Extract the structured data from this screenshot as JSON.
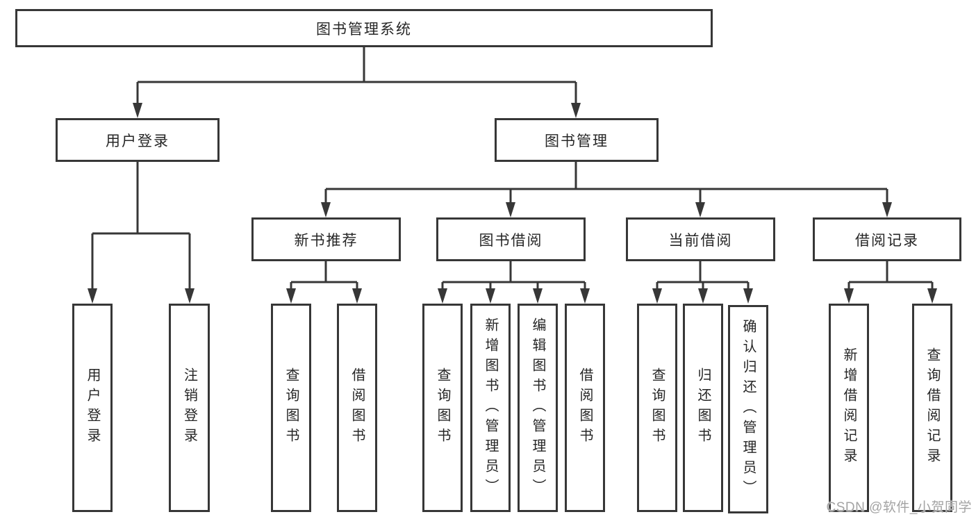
{
  "nodes": {
    "root": "图书管理系统",
    "level2": {
      "user_login": "用户登录",
      "book_mgmt": "图书管理"
    },
    "level3": {
      "new_books": "新书推荐",
      "borrow": "图书借阅",
      "current": "当前借阅",
      "records": "借阅记录"
    },
    "leaves": {
      "user_login": [
        "用户登录",
        "注销登录"
      ],
      "new_books": [
        "查询图书",
        "借阅图书"
      ],
      "borrow": [
        "查询图书",
        "新增图书（管理员）",
        "编辑图书（管理员）",
        "借阅图书"
      ],
      "current": [
        "查询图书",
        "归还图书",
        "确认归还（管理员）"
      ],
      "records": [
        "新增借阅记录",
        "查询借阅记录"
      ]
    }
  },
  "watermark": {
    "text": "CSDN @软件_小贺同学"
  },
  "colors": {
    "line": "#373737",
    "text": "#262626",
    "watermark": "#a3a3a3",
    "background": "#ffffff"
  }
}
